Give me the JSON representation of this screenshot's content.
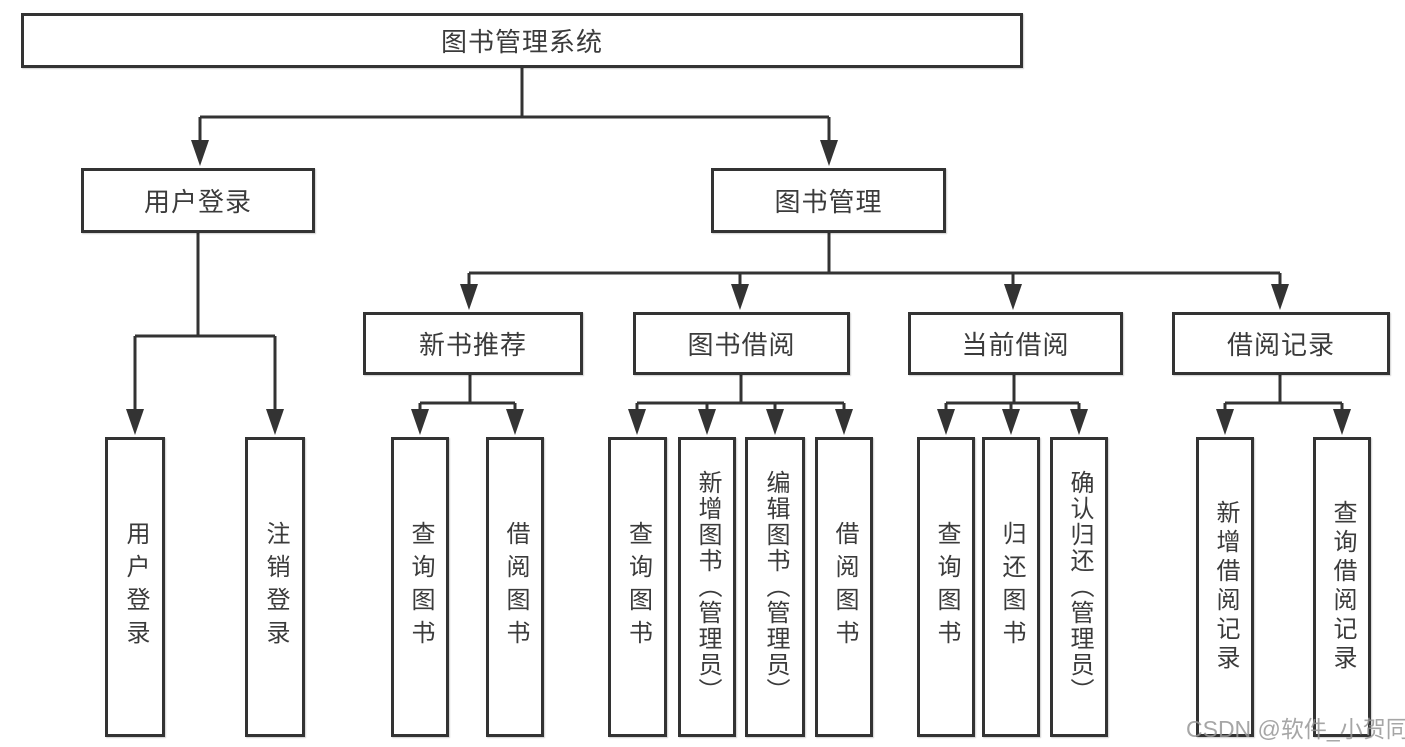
{
  "diagram": {
    "root": {
      "label": "图书管理系统"
    },
    "branches": [
      {
        "label": "用户登录",
        "children": [
          {
            "label": "用户登录"
          },
          {
            "label": "注销登录"
          }
        ]
      },
      {
        "label": "图书管理",
        "children": [
          {
            "label": "新书推荐",
            "children": [
              {
                "label": "查询图书"
              },
              {
                "label": "借阅图书"
              }
            ]
          },
          {
            "label": "图书借阅",
            "children": [
              {
                "label": "查询图书"
              },
              {
                "label": "新增图书（管理员）"
              },
              {
                "label": "编辑图书（管理员）"
              },
              {
                "label": "借阅图书"
              }
            ]
          },
          {
            "label": "当前借阅",
            "children": [
              {
                "label": "查询图书"
              },
              {
                "label": "归还图书"
              },
              {
                "label": "确认归还（管理员）"
              }
            ]
          },
          {
            "label": "借阅记录",
            "children": [
              {
                "label": "新增借阅记录"
              },
              {
                "label": "查询借阅记录"
              }
            ]
          }
        ]
      }
    ],
    "watermark": "CSDN @软件_小贺同学",
    "colors": {
      "line": "#333333",
      "text": "#3b3b3b",
      "background": "#ffffff",
      "watermark": "#969696"
    }
  }
}
